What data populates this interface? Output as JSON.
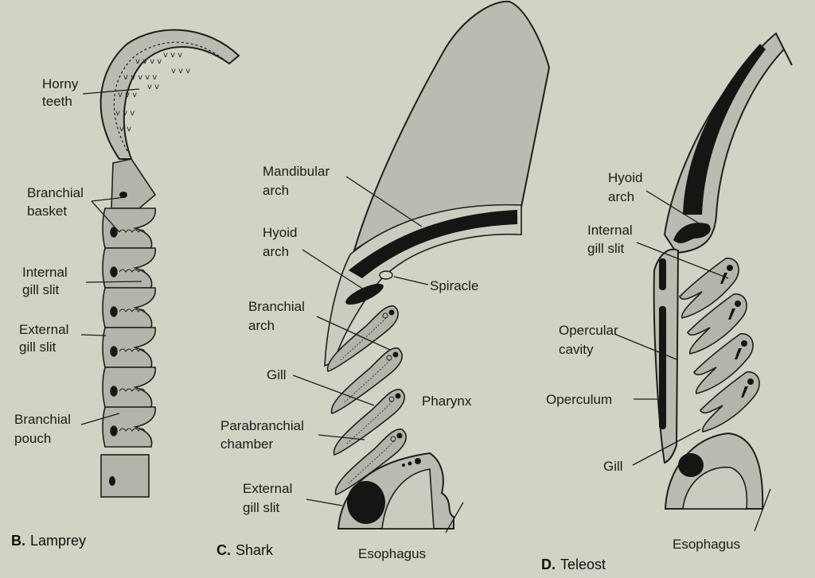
{
  "panels": {
    "lamprey": {
      "letter": "B.",
      "title": "Lamprey",
      "labels": {
        "horny_teeth_1": "Horny",
        "horny_teeth_2": "teeth",
        "branchial_basket_1": "Branchial",
        "branchial_basket_2": "basket",
        "internal_gill_slit_1": "Internal",
        "internal_gill_slit_2": "gill slit",
        "external_gill_slit_1": "External",
        "external_gill_slit_2": "gill slit",
        "branchial_pouch_1": "Branchial",
        "branchial_pouch_2": "pouch"
      }
    },
    "shark": {
      "letter": "C.",
      "title": "Shark",
      "labels": {
        "mandibular_arch_1": "Mandibular",
        "mandibular_arch_2": "arch",
        "hyoid_arch_1": "Hyoid",
        "hyoid_arch_2": "arch",
        "spiracle": "Spiracle",
        "branchial_arch_1": "Branchial",
        "branchial_arch_2": "arch",
        "gill": "Gill",
        "pharynx": "Pharynx",
        "parabranchial_chamber_1": "Parabranchial",
        "parabranchial_chamber_2": "chamber",
        "external_gill_slit_1": "External",
        "external_gill_slit_2": "gill slit",
        "esophagus": "Esophagus"
      }
    },
    "teleost": {
      "letter": "D.",
      "title": "Teleost",
      "labels": {
        "hyoid_arch_1": "Hyoid",
        "hyoid_arch_2": "arch",
        "internal_gill_slit_1": "Internal",
        "internal_gill_slit_2": "gill slit",
        "opercular_cavity_1": "Opercular",
        "opercular_cavity_2": "cavity",
        "operculum": "Operculum",
        "gill": "Gill",
        "esophagus": "Esophagus"
      }
    }
  }
}
